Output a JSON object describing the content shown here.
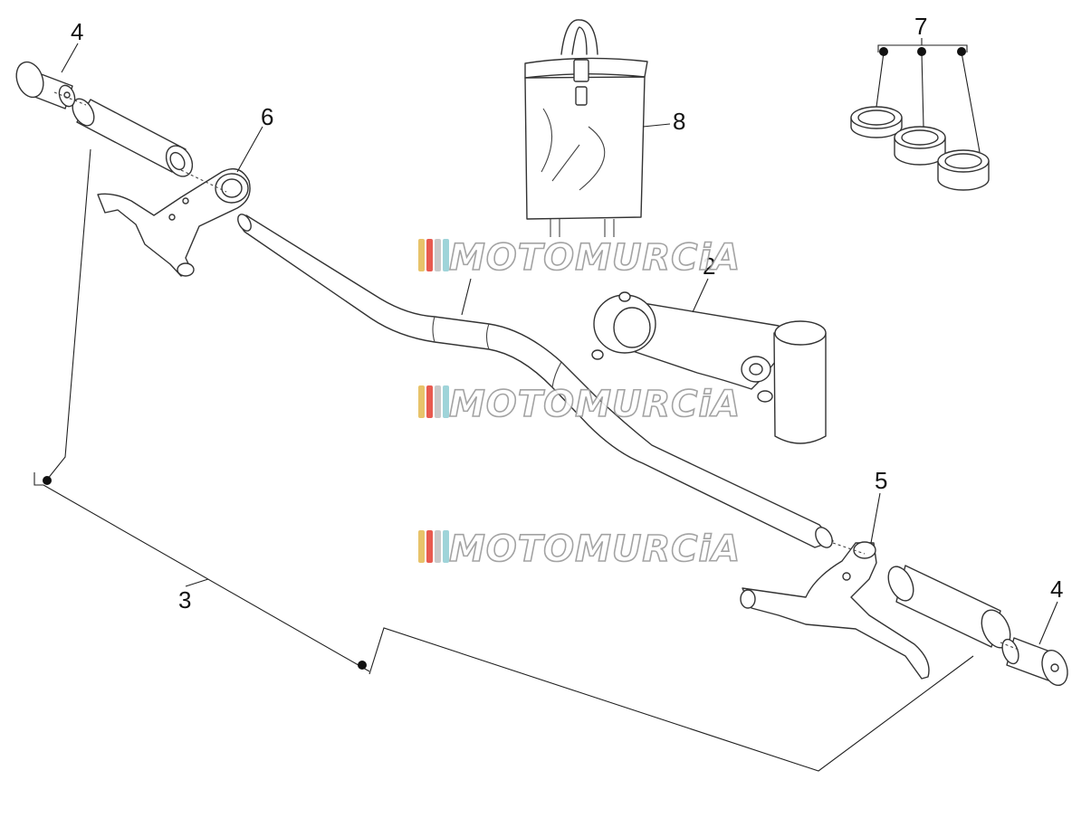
{
  "diagram": {
    "callouts": [
      "2",
      "3",
      "4",
      "4",
      "5",
      "6",
      "7",
      "8"
    ],
    "watermark": "MOTOMURCiA",
    "watermark_colors": [
      "#e8c36a",
      "#e85a4f",
      "#c9c9c9",
      "#9fd4d9"
    ]
  }
}
